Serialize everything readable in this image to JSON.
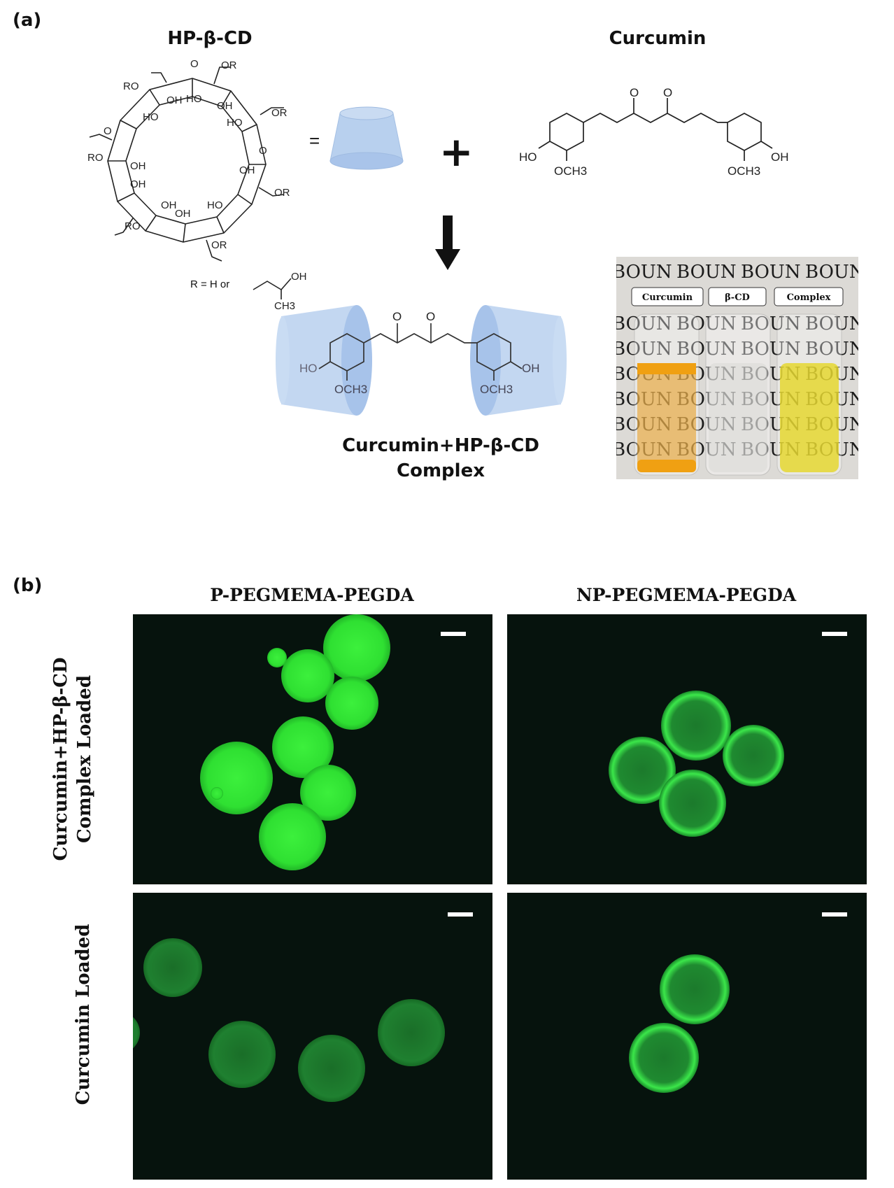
{
  "panel_a": {
    "label": "(a)",
    "hpbcd_title": "HP-β-CD",
    "curcumin_title": "Curcumin",
    "equals": "=",
    "plus": "+",
    "r_def": "R = H or",
    "chem_labels": {
      "OR": "OR",
      "RO": "RO",
      "OH": "OH",
      "HO": "HO",
      "O": "O",
      "OCH3": "OCH3",
      "CH3": "CH3"
    },
    "complex_title_line1": "Curcumin+HP-β-CD",
    "complex_title_line2": "Complex",
    "photo": {
      "background_word": "BOUN",
      "tags": [
        "Curcumin",
        "β-CD",
        "Complex"
      ],
      "liquid_colors": [
        "#e89a1a",
        "#d8d8d2",
        "#e6d51a"
      ]
    }
  },
  "panel_b": {
    "label": "(b)",
    "col_headers": [
      "P-PEGMEMA-PEGDA",
      "NP-PEGMEMA-PEGDA"
    ],
    "row_labels": [
      [
        "Curcumin+HP-β-CD",
        "Complex Loaded"
      ],
      [
        "Curcumin Loaded"
      ]
    ],
    "fluorescence_color": "#3cf040"
  }
}
